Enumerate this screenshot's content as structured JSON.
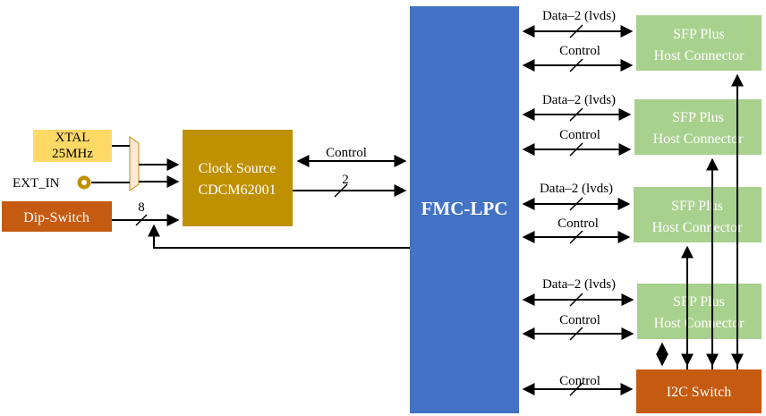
{
  "colors": {
    "xtal": "#ffd966",
    "mux": "#fde9d9",
    "orange": "#c55a11",
    "clock": "#bf9000",
    "fmc": "#4472c4",
    "sfp": "#a9d18e"
  },
  "xtal": {
    "line1": "XTAL",
    "line2": "25MHz"
  },
  "ext_in": "EXT_IN",
  "dip_switch": "Dip-Switch",
  "dip_bus_width": "8",
  "clock_source": {
    "line1": "Clock Source",
    "line2": "CDCM62001"
  },
  "clock_control_label": "Control",
  "clock_bus_width": "2",
  "fmc": "FMC-LPC",
  "sfp_label": {
    "line1": "SFP Plus",
    "line2": "Host Connector"
  },
  "data_label_0": "Data–2 (lvds)",
  "data_label_1": "Data–2 (lvds)",
  "data_label_2": "Data–2 (lvds)",
  "data_label_3": "Data–2 (lvds)",
  "control_label_0": "Control",
  "control_label_1": "Control",
  "control_label_2": "Control",
  "control_label_3": "Control",
  "i2c_control_label": "Control",
  "i2c_switch": "I2C Switch"
}
